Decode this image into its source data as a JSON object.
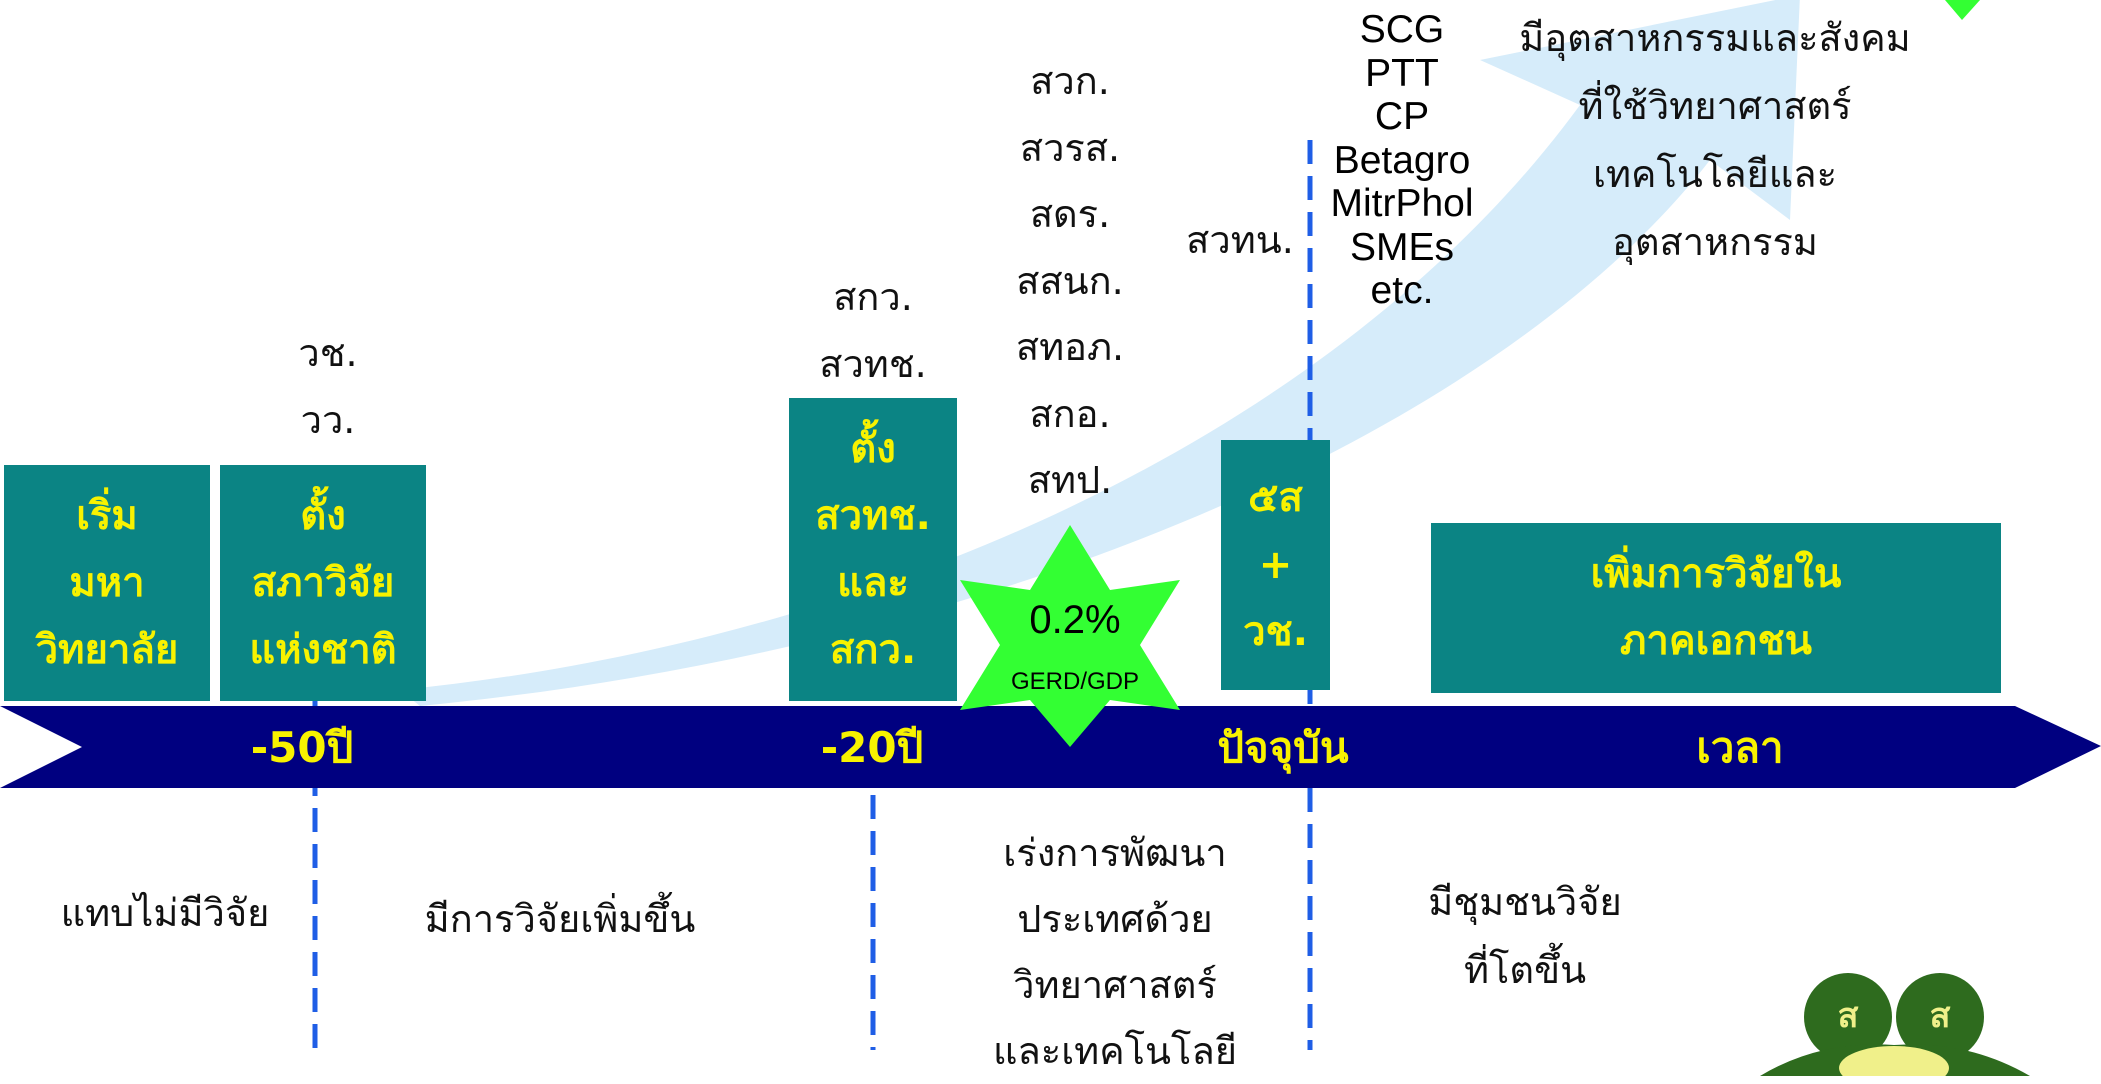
{
  "boxes": {
    "start_university": [
      "เริ่ม",
      "มหา",
      "วิทยาลัย"
    ],
    "national_council": [
      "ตั้ง",
      "สภาวิจัย",
      "แห่งชาติ"
    ],
    "found_agencies": [
      "ตั้ง",
      "สวทช.",
      "และ",
      "สกว."
    ],
    "five_s": [
      "๕ส",
      "+",
      "วช."
    ],
    "private_research": [
      "เพิ่มการวิจัยใน",
      "ภาคเอกชน"
    ]
  },
  "above": {
    "agencies_50": [
      "วช.",
      "วว."
    ],
    "agencies_20": [
      "สกว.",
      "สวทช."
    ],
    "agencies_mid": [
      "สวก.",
      "สวรส.",
      "สดร.",
      "สสนก.",
      "สทอภ.",
      "สกอ.",
      "สทป."
    ],
    "agency_present": "สวทน.",
    "companies": [
      "SCG",
      "PTT",
      "CP",
      "Betagro",
      "MitrPhol",
      "SMEs",
      "etc."
    ],
    "goal": [
      "มีอุตสาหกรรมและสังคม",
      "ที่ใช้วิทยาศาสตร์",
      "เทคโนโลยีและ",
      "อุตสาหกรรม"
    ]
  },
  "star": {
    "value": "0.2%",
    "label": "GERD/GDP",
    "color": "#33ff33"
  },
  "axis": {
    "labels": [
      "-50ปี",
      "-20ปี",
      "ปัจจุบัน",
      "เวลา"
    ],
    "color": "#000080"
  },
  "below": {
    "era1": "แทบไม่มีวิจัย",
    "era2": "มีการวิจัยเพิ่มขึ้น",
    "era3": [
      "เร่งการพัฒนา",
      "ประเทศด้วย",
      "วิทยาศาสตร์",
      "และเทคโนโลยี"
    ],
    "era4": [
      "มีชุมชนวิจัย",
      "ที่โตขึ้น"
    ]
  },
  "logo": {
    "letters": [
      "ส",
      "ส"
    ]
  },
  "colors": {
    "teal": "#0b8484",
    "yellow_text": "#f8f200",
    "divider": "#1f5ee6",
    "curve": "#d6ecfa"
  }
}
